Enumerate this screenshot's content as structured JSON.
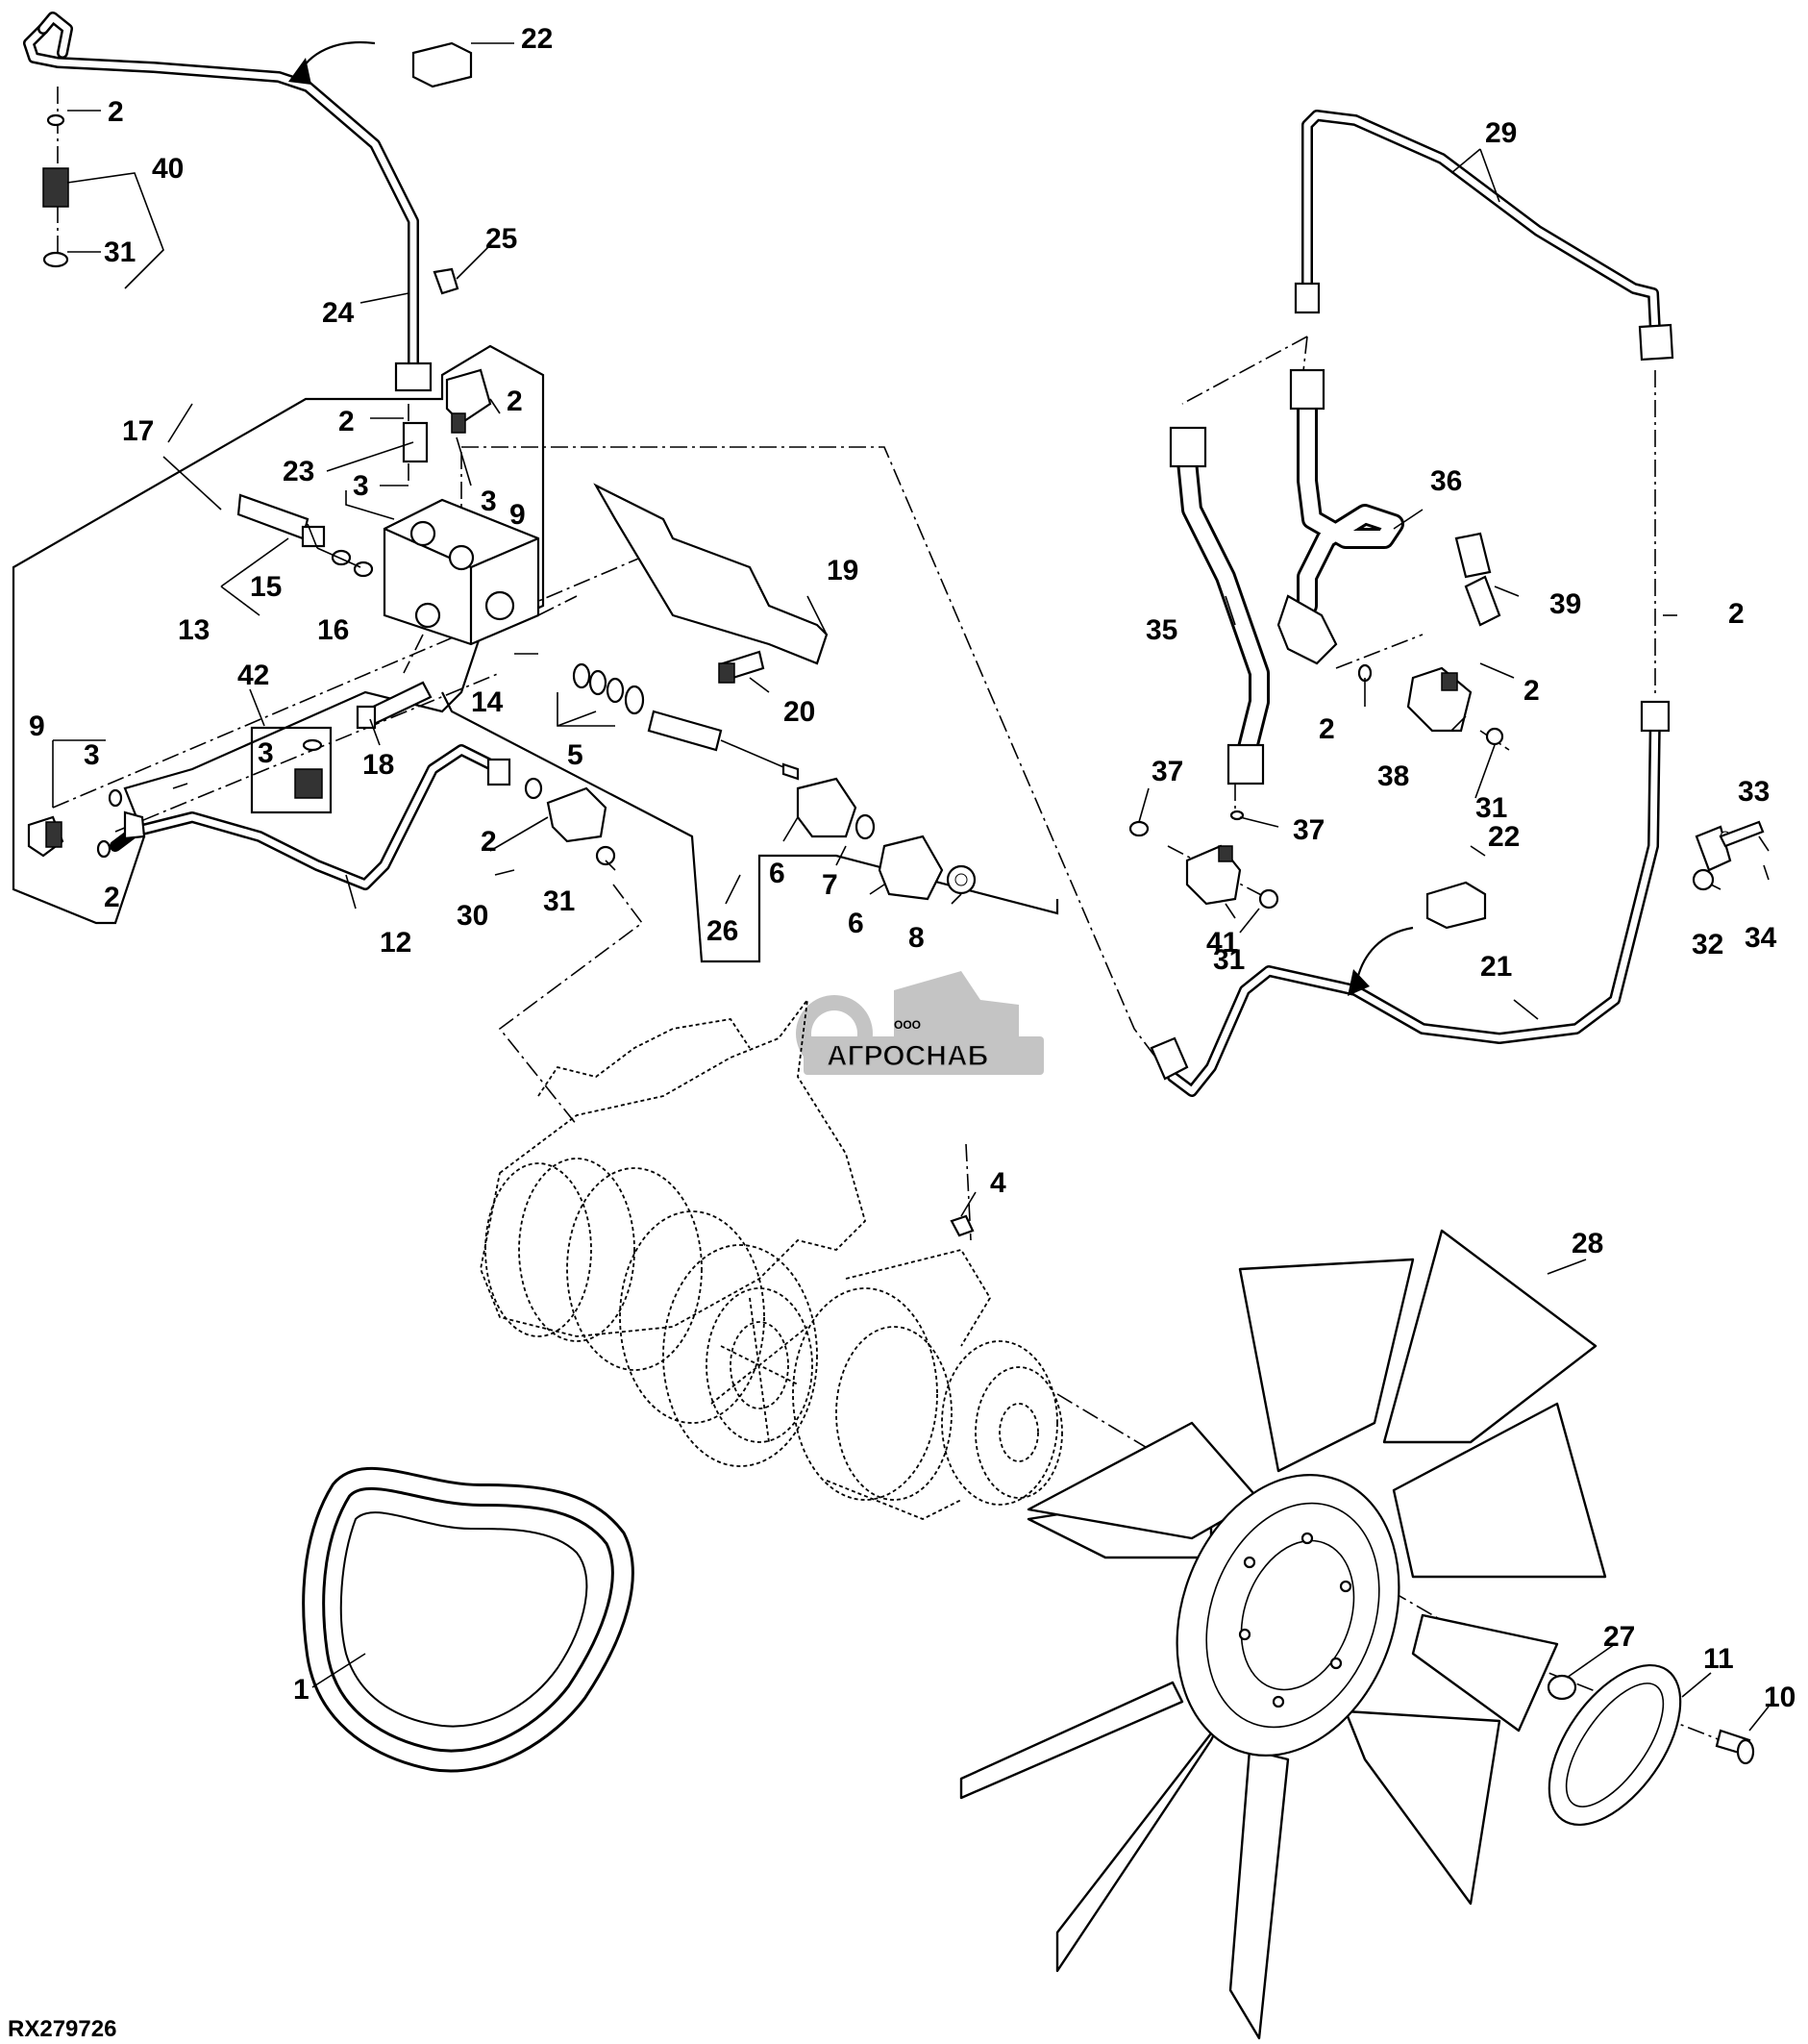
{
  "diagram": {
    "reference_code": "RX279726",
    "watermark": {
      "brand": "АГРОСНАБ",
      "prefix": "ООО"
    },
    "callouts": [
      {
        "n": "1"
      },
      {
        "n": "2"
      },
      {
        "n": "3"
      },
      {
        "n": "4"
      },
      {
        "n": "5"
      },
      {
        "n": "6"
      },
      {
        "n": "7"
      },
      {
        "n": "8"
      },
      {
        "n": "9"
      },
      {
        "n": "10"
      },
      {
        "n": "11"
      },
      {
        "n": "12"
      },
      {
        "n": "13"
      },
      {
        "n": "14"
      },
      {
        "n": "15"
      },
      {
        "n": "16"
      },
      {
        "n": "17"
      },
      {
        "n": "18"
      },
      {
        "n": "19"
      },
      {
        "n": "20"
      },
      {
        "n": "21"
      },
      {
        "n": "22"
      },
      {
        "n": "23"
      },
      {
        "n": "24"
      },
      {
        "n": "25"
      },
      {
        "n": "26"
      },
      {
        "n": "27"
      },
      {
        "n": "28"
      },
      {
        "n": "29"
      },
      {
        "n": "30"
      },
      {
        "n": "31"
      },
      {
        "n": "32"
      },
      {
        "n": "33"
      },
      {
        "n": "34"
      },
      {
        "n": "35"
      },
      {
        "n": "36"
      },
      {
        "n": "37"
      },
      {
        "n": "38"
      },
      {
        "n": "39"
      },
      {
        "n": "40"
      },
      {
        "n": "41"
      },
      {
        "n": "42"
      }
    ]
  }
}
